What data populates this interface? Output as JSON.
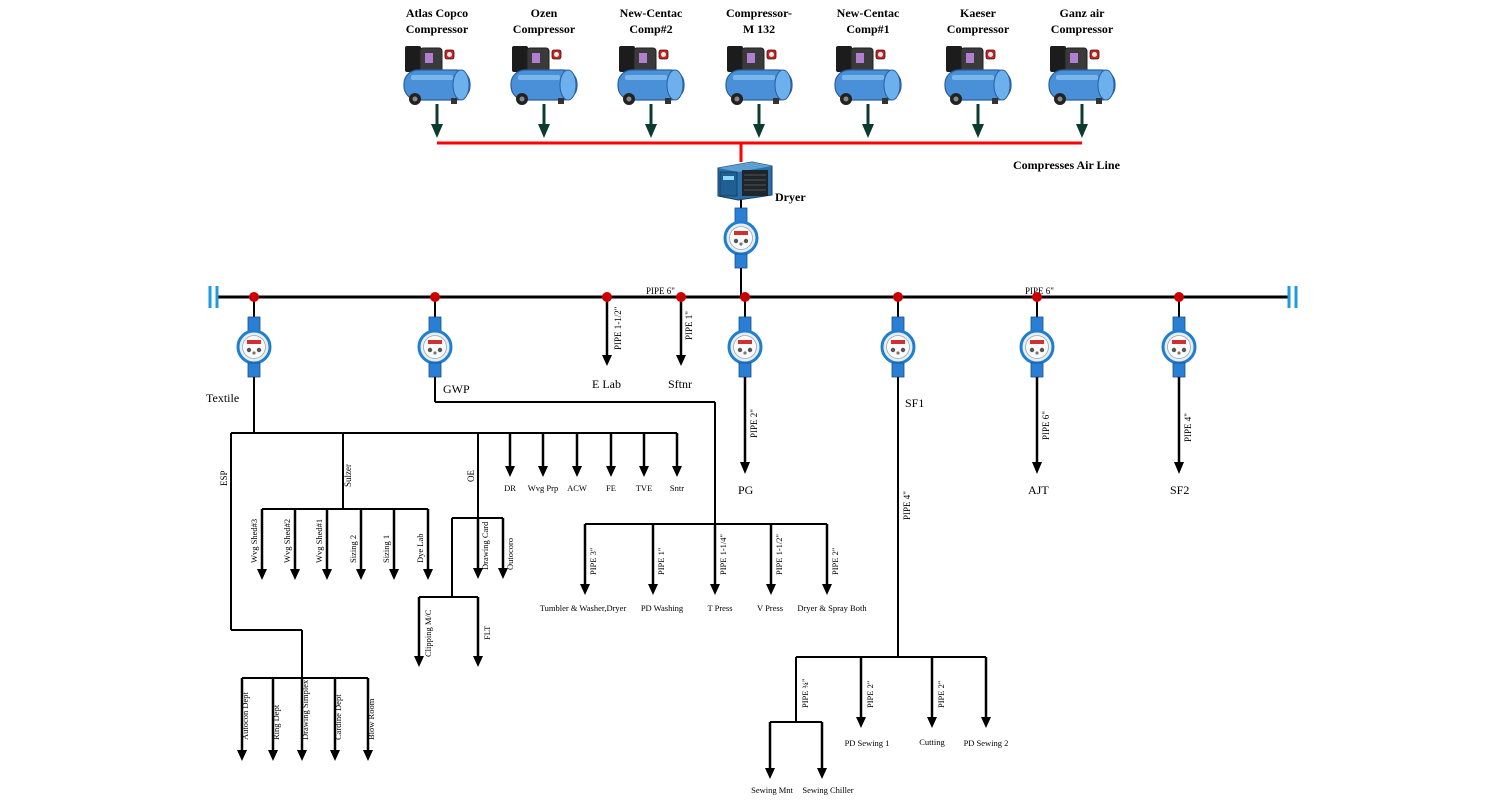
{
  "compressors": [
    {
      "name": [
        "Atlas Copco",
        "Compressor"
      ]
    },
    {
      "name": [
        "Ozen",
        "Compressor"
      ]
    },
    {
      "name": [
        "New-Centac",
        "Comp#2"
      ]
    },
    {
      "name": [
        "Compressor-",
        "M 132"
      ]
    },
    {
      "name": [
        "New-Centac",
        "Comp#1"
      ]
    },
    {
      "name": [
        "Kaeser",
        "Compressor"
      ]
    },
    {
      "name": [
        "Ganz air",
        "Compressor"
      ]
    }
  ],
  "compressed_air_line_label": "Compresses Air Line",
  "dryer_label": "Dryer",
  "main_pipe_labels": [
    "PIPE 6\"",
    "PIPE 6\""
  ],
  "main_branches": [
    {
      "label": "Textile",
      "has_meter": true
    },
    {
      "label": "GWP",
      "has_meter": true
    },
    {
      "label": "E Lab",
      "pipe": "PIPE 1-1/2\""
    },
    {
      "label": "Sftnr",
      "pipe": "PIPE 1\""
    },
    {
      "label": "PG",
      "has_meter": true,
      "pipe": "PIPE 2\""
    },
    {
      "label": "SF1",
      "has_meter": true,
      "pipe": "PIPE 4\""
    },
    {
      "label": "AJT",
      "has_meter": true,
      "pipe": "PIPE 6\""
    },
    {
      "label": "SF2",
      "has_meter": true,
      "pipe": "PIPE 4\""
    }
  ],
  "textile": {
    "esp_label": "ESP",
    "sulzer_label": "Sulzer",
    "oe_label": "OE",
    "sulzer_outlets": [
      "Wvg Shed#3",
      "Wvg Shed#2",
      "Wvg Shed#1",
      "Sizing 2",
      "Sizing 1",
      "Dye Lab"
    ],
    "top_outlets": [
      "DR",
      "Wvg Prp",
      "ACW",
      "FE",
      "TVE",
      "Sntr"
    ],
    "oe_outlets": [
      "Drawing Card",
      "Outocoro"
    ],
    "oe_lower_outlets": [
      "Clipping M/C",
      "FLT"
    ],
    "esp_outlets": [
      "Autocon Dept",
      "Ring Dept",
      "Drawing Simplex",
      "Cardine Dept",
      "Blow Room"
    ]
  },
  "gwp": {
    "outlets": [
      {
        "pipe": "PIPE 3\"",
        "label": "Tumbler & Washer,Dryer"
      },
      {
        "pipe": "PIPE 1\"",
        "label": "PD Washing"
      },
      {
        "pipe": "PIPE 1-1/4\"",
        "label": "T Press"
      },
      {
        "pipe": "PIPE 1-1/2\"",
        "label": "V Press"
      },
      {
        "pipe": "PIPE 2\"",
        "label": "Dryer & Spray Both"
      }
    ]
  },
  "sf1": {
    "outlets": [
      {
        "pipe": "PIPE ¾\"",
        "label": ""
      },
      {
        "pipe": "PIPE 2\"",
        "label": "PD Sewing 1"
      },
      {
        "pipe": "PIPE 2\"",
        "label": "Cutting"
      },
      {
        "pipe": "",
        "label": "PD Sewing 2"
      }
    ],
    "sub_outlets": [
      "Sewing Mnt",
      "Sewing Chiller"
    ]
  },
  "colors": {
    "air_line": "#ff0000",
    "pipe": "#000000",
    "joint": "#cc0000",
    "compressor_body": "#4a90d9",
    "arrow": "#0d3b30",
    "end_cap": "#1e9be0"
  }
}
